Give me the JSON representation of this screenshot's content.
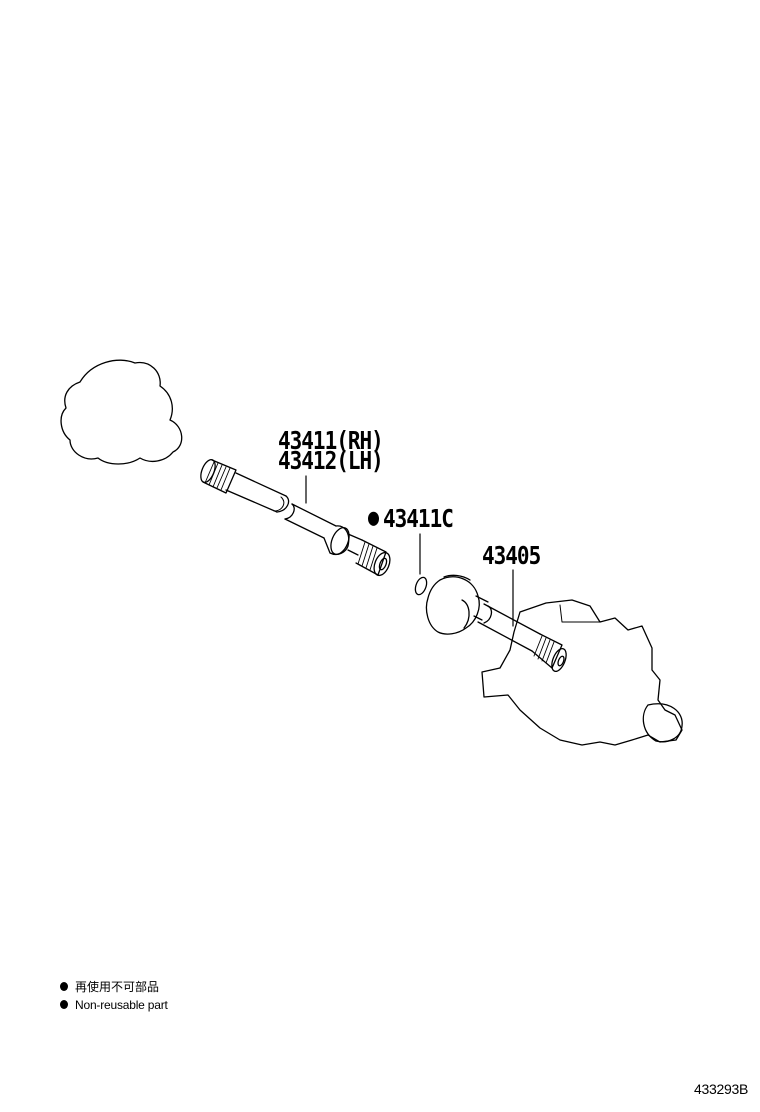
{
  "labels": {
    "shaft_rh": "43411(RH)",
    "shaft_lh": "43412(LH)",
    "snap_ring": "43411C",
    "joint": "43405"
  },
  "legend": {
    "japanese": "再使用不可部品",
    "english": "Non-reusable part"
  },
  "figure_id": "433293B"
}
